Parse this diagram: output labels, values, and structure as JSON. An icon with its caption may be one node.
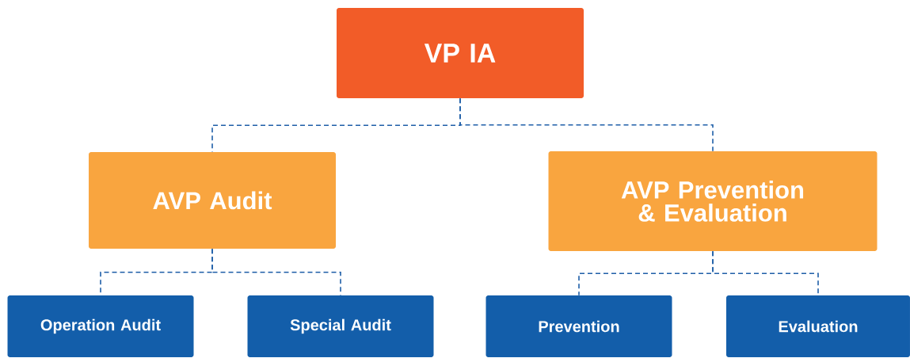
{
  "diagram": {
    "nodes": [
      {
        "text": [
          "VP IA"
        ]
      },
      {
        "text": [
          "AVP Audit"
        ]
      },
      {
        "text": [
          "AVP Prevention & Evaluation"
        ]
      },
      {
        "text": [
          "Operation Audit"
        ]
      },
      {
        "text": [
          "Special Audit"
        ]
      },
      {
        "text": [
          "Prevention"
        ]
      },
      {
        "text": [
          "Evaluation"
        ]
      }
    ],
    "edges": [
      {
        "from": 0,
        "to": 1,
        "arrow": "none",
        "style": "dashed"
      },
      {
        "from": 0,
        "to": 2,
        "arrow": "none",
        "style": "dashed"
      },
      {
        "from": 1,
        "to": 3,
        "arrow": "none",
        "style": "dashed"
      },
      {
        "from": 1,
        "to": 4,
        "arrow": "none",
        "style": "dashed"
      },
      {
        "from": 2,
        "to": 5,
        "arrow": "none",
        "style": "dashed"
      },
      {
        "from": 2,
        "to": 6,
        "arrow": "none",
        "style": "dashed"
      }
    ]
  }
}
